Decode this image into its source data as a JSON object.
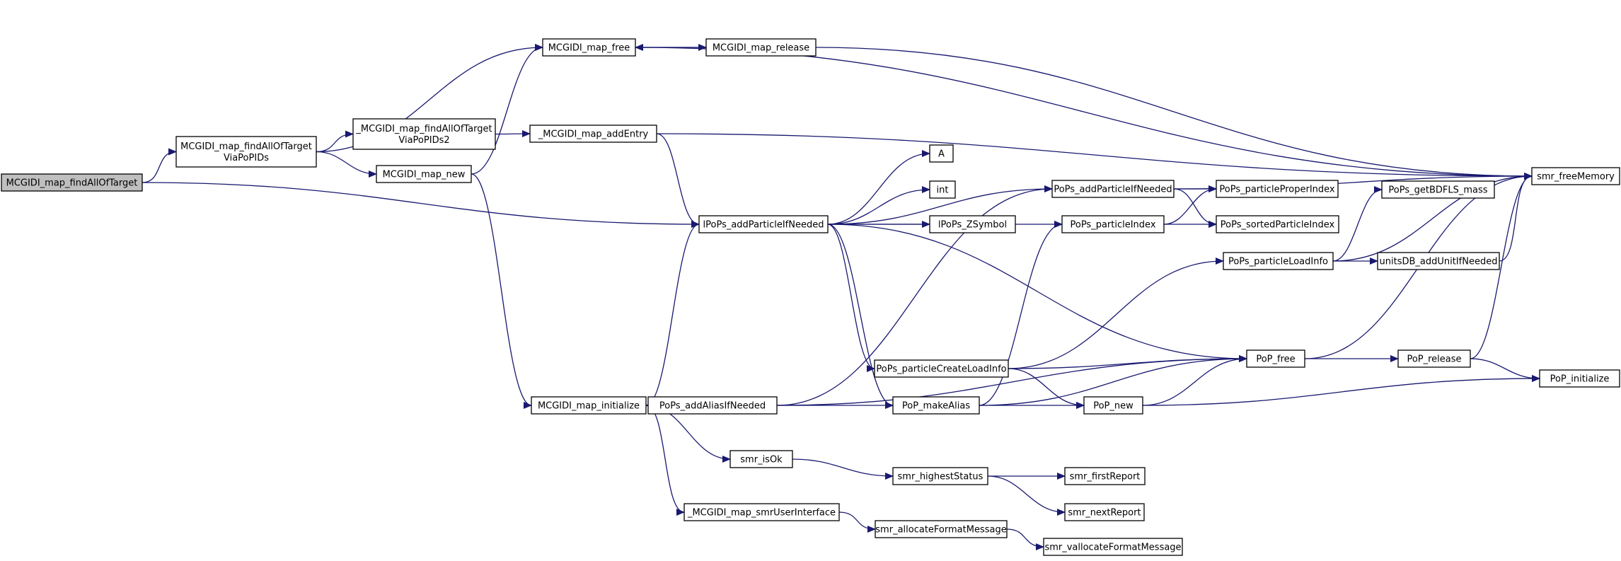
{
  "colors": {
    "edge": "#191970",
    "node_fill": "#ffffff",
    "root_fill": "#bfbfbf",
    "node_border": "#000000"
  },
  "root": "findAllOfTarget",
  "nodes": [
    {
      "id": "findAllOfTarget",
      "lines": [
        "MCGIDI_map_findAllOfTarget"
      ]
    },
    {
      "id": "findAllOfTargetViaPoPIDs",
      "lines": [
        "MCGIDI_map_findAllOfTarget",
        "ViaPoPIDs"
      ]
    },
    {
      "id": "findAllOfTargetViaPoPIDs2",
      "lines": [
        "_MCGIDI_map_findAllOfTarget",
        "ViaPoPIDs2"
      ]
    },
    {
      "id": "map_free",
      "lines": [
        "MCGIDI_map_free"
      ]
    },
    {
      "id": "map_release",
      "lines": [
        "MCGIDI_map_release"
      ]
    },
    {
      "id": "map_new",
      "lines": [
        "MCGIDI_map_new"
      ]
    },
    {
      "id": "map_addEntry",
      "lines": [
        "_MCGIDI_map_addEntry"
      ]
    },
    {
      "id": "map_initialize",
      "lines": [
        "MCGIDI_map_initialize"
      ]
    },
    {
      "id": "map_smrUserInterface",
      "lines": [
        "_MCGIDI_map_smrUserInterface"
      ]
    },
    {
      "id": "lPoPs_addParticleIfNeeded",
      "lines": [
        "lPoPs_addParticleIfNeeded"
      ]
    },
    {
      "id": "A",
      "lines": [
        "A"
      ]
    },
    {
      "id": "int",
      "lines": [
        "int"
      ]
    },
    {
      "id": "lPoPs_ZSymbol",
      "lines": [
        "lPoPs_ZSymbol"
      ]
    },
    {
      "id": "PoPs_addAliasIfNeeded",
      "lines": [
        "PoPs_addAliasIfNeeded"
      ]
    },
    {
      "id": "smr_isOk",
      "lines": [
        "smr_isOk"
      ]
    },
    {
      "id": "smr_highestStatus",
      "lines": [
        "smr_highestStatus"
      ]
    },
    {
      "id": "smr_firstReport",
      "lines": [
        "smr_firstReport"
      ]
    },
    {
      "id": "smr_nextReport",
      "lines": [
        "smr_nextReport"
      ]
    },
    {
      "id": "smr_allocateFormatMessage",
      "lines": [
        "smr_allocateFormatMessage"
      ]
    },
    {
      "id": "smr_vallocateFormatMessage",
      "lines": [
        "smr_vallocateFormatMessage"
      ]
    },
    {
      "id": "PoPs_particleCreateLoadInfo",
      "lines": [
        "PoPs_particleCreateLoadInfo"
      ]
    },
    {
      "id": "PoP_makeAlias",
      "lines": [
        "PoP_makeAlias"
      ]
    },
    {
      "id": "PoP_new",
      "lines": [
        "PoP_new"
      ]
    },
    {
      "id": "PoP_free",
      "lines": [
        "PoP_free"
      ]
    },
    {
      "id": "PoP_release",
      "lines": [
        "PoP_release"
      ]
    },
    {
      "id": "PoP_initialize",
      "lines": [
        "PoP_initialize"
      ]
    },
    {
      "id": "PoPs_addParticleIfNeeded",
      "lines": [
        "PoPs_addParticleIfNeeded"
      ]
    },
    {
      "id": "PoPs_particleIndex",
      "lines": [
        "PoPs_particleIndex"
      ]
    },
    {
      "id": "PoPs_particleProperIndex",
      "lines": [
        "PoPs_particleProperIndex"
      ]
    },
    {
      "id": "PoPs_sortedParticleIndex",
      "lines": [
        "PoPs_sortedParticleIndex"
      ]
    },
    {
      "id": "PoPs_particleLoadInfo",
      "lines": [
        "PoPs_particleLoadInfo"
      ]
    },
    {
      "id": "PoPs_getBDFLS_mass",
      "lines": [
        "PoPs_getBDFLS_mass"
      ]
    },
    {
      "id": "unitsDB_addUnitIfNeeded",
      "lines": [
        "unitsDB_addUnitIfNeeded"
      ]
    },
    {
      "id": "smr_freeMemory",
      "lines": [
        "smr_freeMemory"
      ]
    }
  ],
  "edges": [
    [
      "findAllOfTarget",
      "findAllOfTargetViaPoPIDs"
    ],
    [
      "findAllOfTarget",
      "lPoPs_addParticleIfNeeded"
    ],
    [
      "findAllOfTargetViaPoPIDs",
      "map_free"
    ],
    [
      "findAllOfTargetViaPoPIDs",
      "findAllOfTargetViaPoPIDs2"
    ],
    [
      "findAllOfTargetViaPoPIDs",
      "map_new"
    ],
    [
      "findAllOfTargetViaPoPIDs2",
      "map_addEntry"
    ],
    [
      "map_free",
      "map_release"
    ],
    [
      "map_free",
      "smr_freeMemory"
    ],
    [
      "map_release",
      "map_free"
    ],
    [
      "map_release",
      "smr_freeMemory"
    ],
    [
      "map_new",
      "map_free"
    ],
    [
      "map_new",
      "map_initialize"
    ],
    [
      "map_addEntry",
      "smr_freeMemory"
    ],
    [
      "map_addEntry",
      "lPoPs_addParticleIfNeeded"
    ],
    [
      "map_initialize",
      "lPoPs_addParticleIfNeeded"
    ],
    [
      "map_initialize",
      "PoPs_addAliasIfNeeded"
    ],
    [
      "map_initialize",
      "smr_isOk"
    ],
    [
      "map_initialize",
      "map_smrUserInterface"
    ],
    [
      "map_smrUserInterface",
      "smr_allocateFormatMessage"
    ],
    [
      "lPoPs_addParticleIfNeeded",
      "A"
    ],
    [
      "lPoPs_addParticleIfNeeded",
      "int"
    ],
    [
      "lPoPs_addParticleIfNeeded",
      "lPoPs_ZSymbol"
    ],
    [
      "lPoPs_addParticleIfNeeded",
      "PoPs_addParticleIfNeeded"
    ],
    [
      "lPoPs_addParticleIfNeeded",
      "PoPs_particleIndex"
    ],
    [
      "lPoPs_addParticleIfNeeded",
      "PoPs_particleCreateLoadInfo"
    ],
    [
      "lPoPs_addParticleIfNeeded",
      "PoP_makeAlias"
    ],
    [
      "lPoPs_addParticleIfNeeded",
      "PoP_free"
    ],
    [
      "PoPs_addAliasIfNeeded",
      "PoPs_addParticleIfNeeded"
    ],
    [
      "PoPs_addAliasIfNeeded",
      "PoP_makeAlias"
    ],
    [
      "PoPs_addAliasIfNeeded",
      "PoP_free"
    ],
    [
      "smr_isOk",
      "smr_highestStatus"
    ],
    [
      "smr_highestStatus",
      "smr_firstReport"
    ],
    [
      "smr_highestStatus",
      "smr_nextReport"
    ],
    [
      "smr_allocateFormatMessage",
      "smr_vallocateFormatMessage"
    ],
    [
      "PoPs_particleCreateLoadInfo",
      "PoPs_particleLoadInfo"
    ],
    [
      "PoPs_particleCreateLoadInfo",
      "PoP_free"
    ],
    [
      "PoPs_particleCreateLoadInfo",
      "PoP_new"
    ],
    [
      "PoP_makeAlias",
      "PoPs_particleIndex"
    ],
    [
      "PoP_makeAlias",
      "PoP_free"
    ],
    [
      "PoP_makeAlias",
      "PoP_new"
    ],
    [
      "PoP_new",
      "PoP_free"
    ],
    [
      "PoP_new",
      "PoP_initialize"
    ],
    [
      "PoP_free",
      "PoP_release"
    ],
    [
      "PoP_free",
      "smr_freeMemory"
    ],
    [
      "PoP_release",
      "PoP_initialize"
    ],
    [
      "PoP_release",
      "smr_freeMemory"
    ],
    [
      "PoPs_addParticleIfNeeded",
      "PoPs_particleProperIndex"
    ],
    [
      "PoPs_addParticleIfNeeded",
      "PoPs_sortedParticleIndex"
    ],
    [
      "PoPs_addParticleIfNeeded",
      "smr_freeMemory"
    ],
    [
      "PoPs_particleIndex",
      "PoPs_particleProperIndex"
    ],
    [
      "PoPs_particleIndex",
      "PoPs_sortedParticleIndex"
    ],
    [
      "PoPs_particleLoadInfo",
      "PoPs_getBDFLS_mass"
    ],
    [
      "PoPs_particleLoadInfo",
      "unitsDB_addUnitIfNeeded"
    ],
    [
      "PoPs_particleLoadInfo",
      "smr_freeMemory"
    ],
    [
      "unitsDB_addUnitIfNeeded",
      "smr_freeMemory"
    ]
  ]
}
